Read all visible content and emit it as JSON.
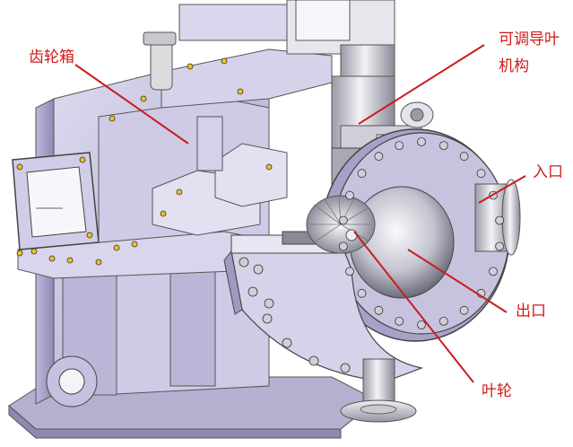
{
  "callouts": {
    "gearbox": "齿轮箱",
    "guide_vane_line1": "可调导叶",
    "guide_vane_line2": "机构",
    "inlet": "入口",
    "outlet": "出口",
    "impeller": "叶轮"
  },
  "colors": {
    "label_red": "#d11a1a",
    "leader_red": "#c81e1e",
    "housing_lavender": "#c9c5e0",
    "housing_shadow": "#9e99c0",
    "metal_light": "#e8e8ee",
    "metal_dark": "#8a8a99",
    "bolt_yellow": "#e9c21c"
  },
  "icons": [
    "gearbox-housing",
    "volute-casing",
    "impeller",
    "inlet-flange",
    "outlet-port",
    "guide-vane-mechanism",
    "motor-mount",
    "bolts"
  ]
}
